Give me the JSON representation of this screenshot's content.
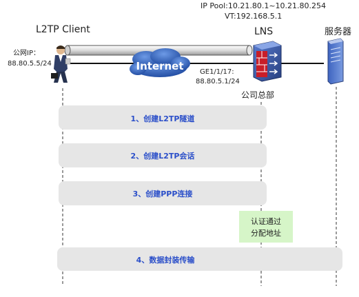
{
  "header": {
    "ip_pool": "IP Pool:10.21.80.1~10.21.80.254",
    "vt": "VT:192.168.5.1"
  },
  "client": {
    "title": "L2TP Client",
    "public_ip_label": "公网IP：",
    "public_ip_value": "88.80.5.5/24"
  },
  "network": {
    "internet_label": "Internet"
  },
  "lns": {
    "title": "LNS",
    "interface": "GE1/1/17:",
    "interface_ip": "88.80.5.1/24",
    "site": "公司总部"
  },
  "server": {
    "title": "服务器"
  },
  "steps": [
    {
      "label": "1、创建L2TP隧道"
    },
    {
      "label": "2、创建L2TP会话"
    },
    {
      "label": "3、创建PPP连接"
    },
    {
      "label": "4、数据封装传输"
    }
  ],
  "auth_note": {
    "line1": "认证通过",
    "line2": "分配地址"
  },
  "colors": {
    "step_box": "#e6e6e6",
    "step_text": "#2b4fc9",
    "auth_box": "#d6f5c8",
    "internet_cloud": "#2a5bb8",
    "firewall_red": "#d0202a",
    "device_blue": "#2d4c9c"
  }
}
